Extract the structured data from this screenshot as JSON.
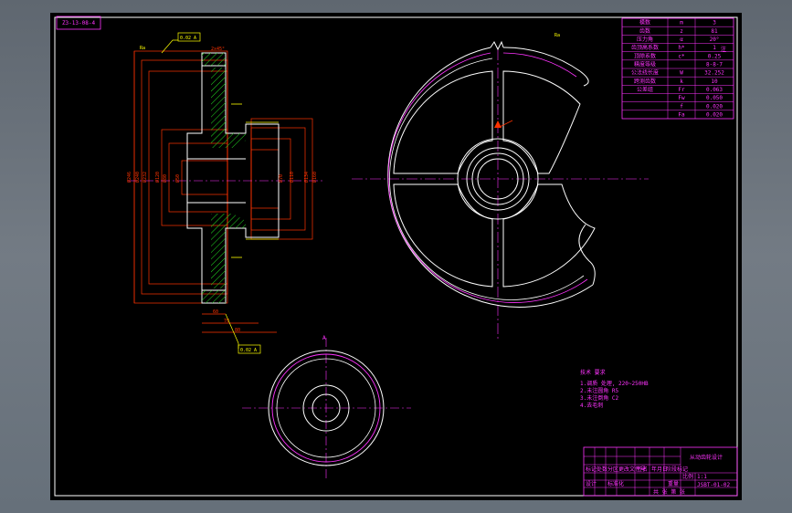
{
  "drawing": {
    "title_tag": "Z3-13-08-4",
    "part_name": "从动齿轮设计",
    "drawing_number": "JSBT-01-02",
    "notes_title": "技术 要求",
    "notes": [
      "1.调质 处理,  220~250HB",
      "2.未注圆角 R5",
      "3.未注倒角 C2",
      "4.去毛刺"
    ],
    "roughness_mark": "Ra",
    "section_label_a": "A",
    "section_label_b": "A"
  },
  "param_table": {
    "rows": [
      [
        "模数",
        "m",
        "3"
      ],
      [
        "齿数",
        "z",
        "81"
      ],
      [
        "压力角",
        "α",
        "20°"
      ],
      [
        "齿顶高系数",
        "h*",
        "1"
      ],
      [
        "顶隙系数",
        "c*",
        "0.25"
      ],
      [
        "精度等级",
        "",
        "8-8-7"
      ],
      [
        "公法线长度",
        "W",
        "32.252"
      ],
      [
        "跨测齿数",
        "k",
        "10"
      ],
      [
        "公差组",
        "Fr",
        "0.063"
      ],
      [
        "",
        "Fw",
        "0.050"
      ],
      [
        "",
        "f",
        "0.020"
      ],
      [
        "",
        "Fa",
        "0.020"
      ]
    ],
    "side_marks": [
      "注",
      "注"
    ]
  },
  "title_block": {
    "cells": [
      "标记",
      "处数",
      "分区",
      "更改文件号",
      "签名",
      "年月日",
      "设计",
      "标准化",
      "阶段标记",
      "重量",
      "比例",
      "1:1",
      "共 张 第 张"
    ]
  },
  "dims": {
    "left": [
      "Ø246",
      "Ø240",
      "Ø232",
      "Ø120",
      "Ø80",
      "Ø50"
    ],
    "right": [
      "Ø70",
      "Ø110",
      "Ø134",
      "Ø160"
    ],
    "bottom": [
      "60",
      "70",
      "80"
    ],
    "top": [
      "2x45°"
    ],
    "tolerance_labels": [
      "0.02 A",
      "0.02 A"
    ]
  }
}
